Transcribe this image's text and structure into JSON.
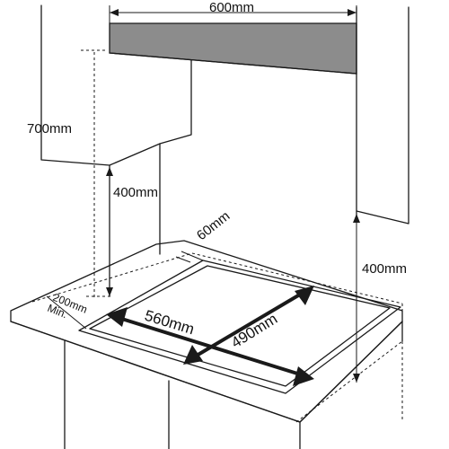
{
  "diagram": {
    "dimensions": {
      "width_600": "600mm",
      "height_700": "700mm",
      "height_400_left": "400mm",
      "height_400_right": "400mm",
      "gap_60": "60mm",
      "min_200": "200mm",
      "min_word": "Min.",
      "cutout_560": "560mm",
      "cutout_490": "490mm"
    },
    "colors": {
      "line": "#1a1a1a",
      "hood": "#8c8c8c",
      "background": "#ffffff"
    }
  }
}
